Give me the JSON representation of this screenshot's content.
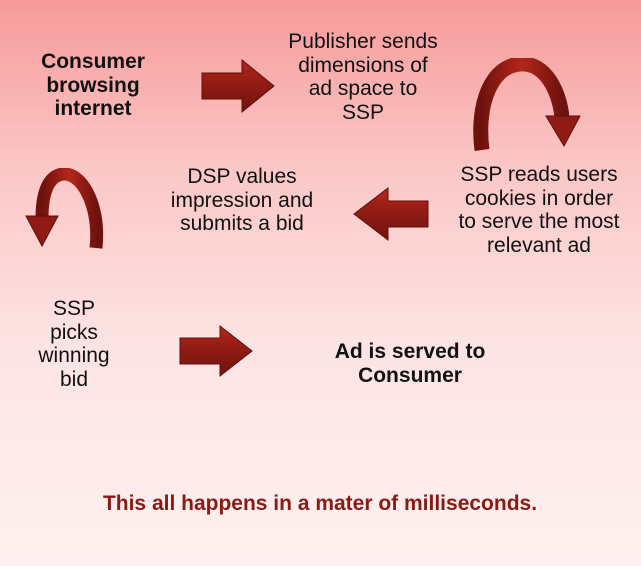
{
  "steps": {
    "consumer": "Consumer browsing internet",
    "publisher": "Publisher sends dimensions of ad space to SSP",
    "ssp_reads": "SSP reads users cookies in order to serve the most relevant ad",
    "dsp": "DSP values impression and submits a bid",
    "ssp_picks": "SSP picks winning bid",
    "served": "Ad is served to Consumer"
  },
  "footer": "This all happens in a mater of milliseconds.",
  "colors": {
    "arrow": "#8f1b14",
    "arrow_highlight": "#c0392b",
    "footer_text": "#8c1a12",
    "background_top": "#f79a9a",
    "background_bottom": "#fff1f1"
  }
}
